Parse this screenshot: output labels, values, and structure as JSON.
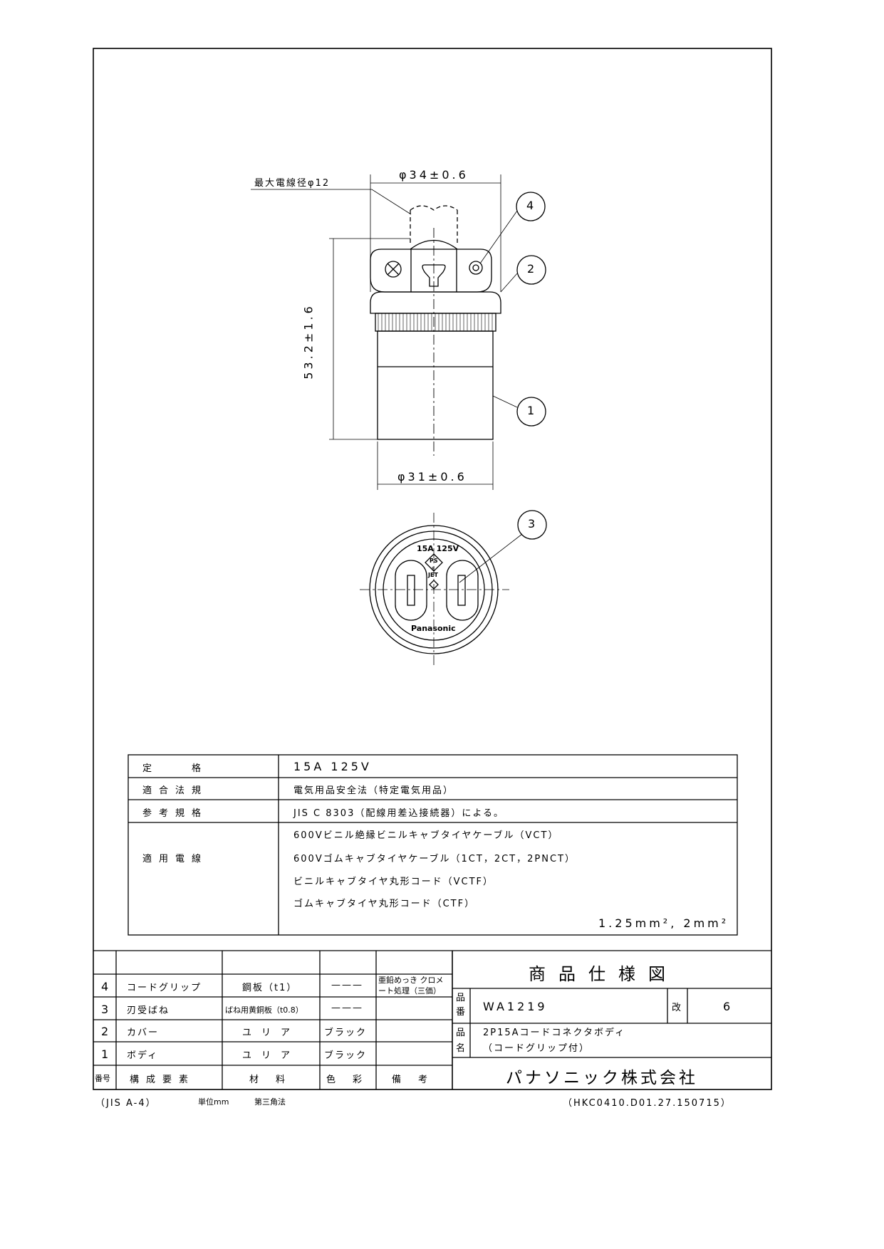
{
  "drawing": {
    "max_wire_label": "最大電線径φ12",
    "dim_top": "φ34±0.6",
    "dim_height": "53.2±1.6",
    "dim_bottom": "φ31±0.6",
    "balloons": [
      "4",
      "2",
      "1",
      "3"
    ],
    "face_rating": "15A 125V",
    "face_ps": "PS",
    "face_e": "E",
    "face_jet": "JET",
    "face_brand": "Panasonic"
  },
  "spec": {
    "rows": [
      {
        "label": "定　　格",
        "value": "15A 125V"
      },
      {
        "label": "適合法規",
        "value": "電気用品安全法（特定電気用品）"
      },
      {
        "label": "参考規格",
        "value": "JIS C 8303（配線用差込接続器）による。"
      },
      {
        "label": "適用電線",
        "lines": [
          "600Vビニル絶縁ビニルキャブタイヤケーブル（VCT）",
          "600Vゴムキャブタイヤケーブル（1CT，2CT，2PNCT）",
          "ビニルキャブタイヤ丸形コード（VCTF）",
          "ゴムキャブタイヤ丸形コード（CTF）"
        ],
        "size": "1.25mm², 2mm²"
      }
    ]
  },
  "parts": {
    "rows": [
      {
        "no": "4",
        "name": "コードグリップ",
        "material": "鋼板（t1）",
        "color": "———",
        "note": "亜鉛めっき クロメート処理（三価）"
      },
      {
        "no": "3",
        "name": "刃受ばね",
        "material": "ばね用黄銅板（t0.8）",
        "color": "———",
        "note": ""
      },
      {
        "no": "2",
        "name": "カバー",
        "material": "ユリア",
        "color": "ブラック",
        "note": ""
      },
      {
        "no": "1",
        "name": "ボディ",
        "material": "ユリア",
        "color": "ブラック",
        "note": ""
      }
    ],
    "header": {
      "no": "番号",
      "name": "構成要素",
      "material": "材料",
      "color": "色彩",
      "note": "備考"
    }
  },
  "title_block": {
    "title": "商品仕様図",
    "part_no_label": "品番",
    "part_no": "WA1219",
    "rev_label": "改",
    "rev": "6",
    "name_label": "品名",
    "name_line1": "2P15Aコードコネクタボディ",
    "name_line2": "（コードグリップ付）",
    "company": "パナソニック株式会社"
  },
  "footer": {
    "paper": "（JIS A-4）",
    "unit": "単位mm",
    "projection": "第三角法",
    "doc_code": "（HKC0410.D01.27.150715）"
  }
}
